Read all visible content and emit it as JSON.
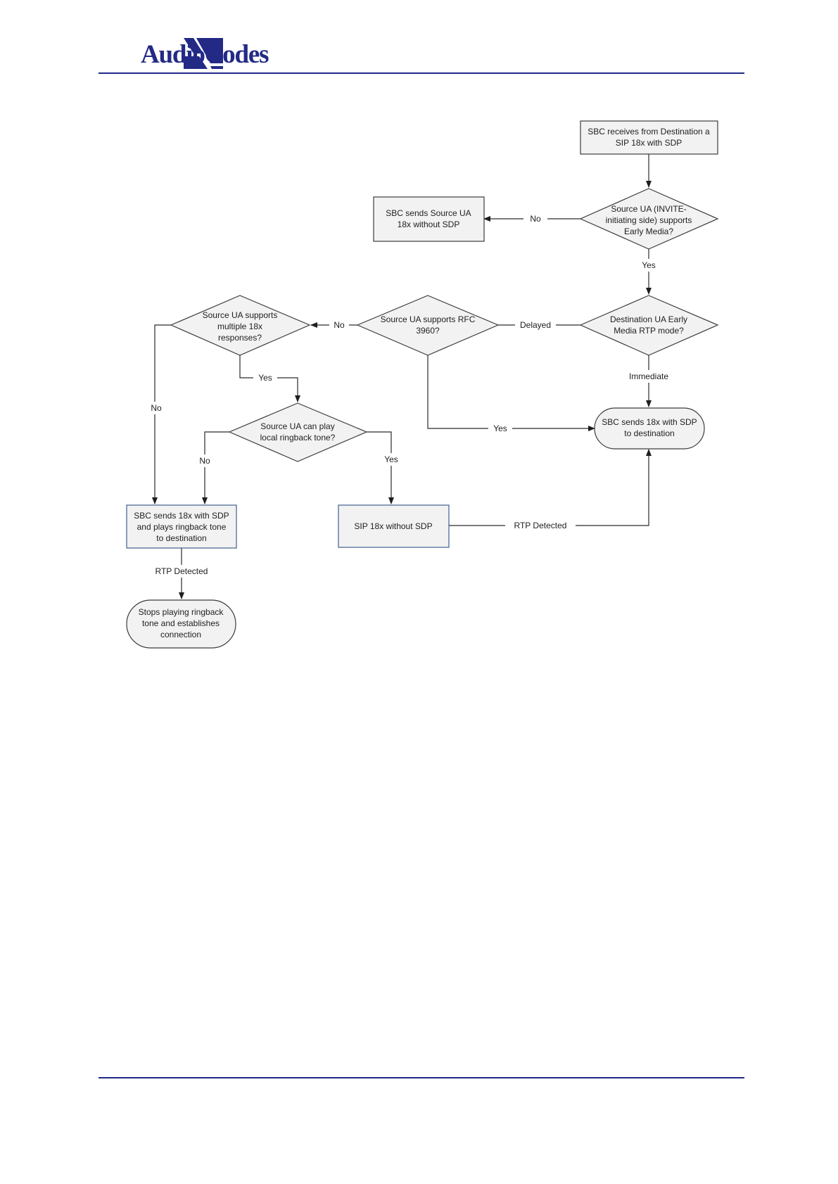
{
  "header": {
    "brand": "AudioCodes",
    "logo_icon": "audiocodes-logo-icon",
    "accent": "#232a86"
  },
  "nodes": {
    "n1": {
      "lines": [
        "SBC receives from Destination a",
        "SIP 18x with SDP"
      ]
    },
    "n2": {
      "lines": [
        "Source UA (INVITE-",
        "initiating side) supports",
        "Early Media?"
      ]
    },
    "n3": {
      "lines": [
        "SBC sends Source UA",
        "18x without SDP"
      ]
    },
    "n4": {
      "lines": [
        "Destination UA Early",
        "Media RTP mode?"
      ]
    },
    "n5": {
      "lines": [
        "Source UA supports RFC",
        "3960?"
      ]
    },
    "n6": {
      "lines": [
        "Source UA supports",
        "multiple 18x",
        "responses?"
      ]
    },
    "n7": {
      "lines": [
        "SBC sends 18x with SDP",
        "to destination"
      ]
    },
    "n8": {
      "lines": [
        "Source UA can play",
        "local ringback tone?"
      ]
    },
    "n9": {
      "lines": [
        "SBC sends 18x with SDP",
        "and plays ringback tone",
        "to destination"
      ]
    },
    "n10": {
      "lines": [
        "SIP 18x without SDP"
      ]
    },
    "n11": {
      "lines": [
        "Stops playing ringback",
        "tone and establishes",
        "connection"
      ]
    }
  },
  "edges": {
    "e_no_early": "No",
    "e_yes_early": "Yes",
    "e_delayed": "Delayed",
    "e_immediate": "Immediate",
    "e_no_rfc": "No",
    "e_yes_rfc": "Yes",
    "e_yes_multi": "Yes",
    "e_no_multi": "No",
    "e_no_ringback": "No",
    "e_yes_ringback": "Yes",
    "e_rtp_detected_1": "RTP Detected",
    "e_rtp_detected_2": "RTP Detected"
  }
}
